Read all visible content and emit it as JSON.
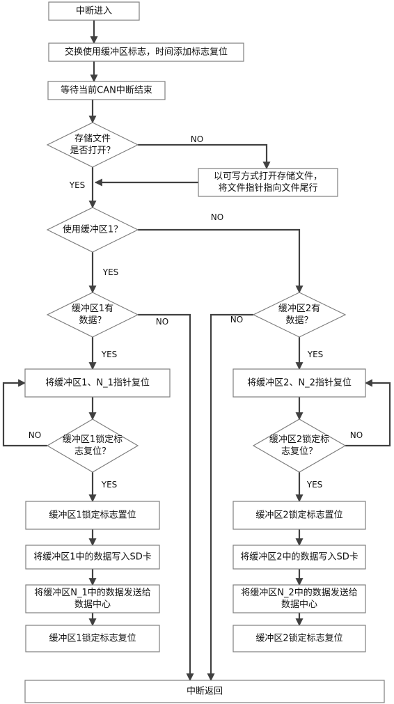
{
  "nodes": {
    "start": [
      "中断进入"
    ],
    "swap": [
      "交换使用缓冲区标志，时间添加标志复位"
    ],
    "wait": [
      "等待当前CAN中断结束"
    ],
    "file_open_q": [
      "存储文件",
      "是否打开？"
    ],
    "open_file": [
      "以可写方式打开存储文件，",
      "将文件指针指向文件尾行"
    ],
    "use_buf1_q": [
      "使用缓冲区1？"
    ],
    "buf1_has_data_q": [
      "缓冲区1有",
      "数据？"
    ],
    "buf2_has_data_q": [
      "缓冲区2有",
      "数据？"
    ],
    "reset_ptr1": [
      "将缓冲区1、N_1指针复位"
    ],
    "reset_ptr2": [
      "将缓冲区2、N_2指针复位"
    ],
    "lock1_reset_q": [
      "缓冲区1锁定标",
      "志复位？"
    ],
    "lock2_reset_q": [
      "缓冲区2锁定标",
      "志复位？"
    ],
    "lock1_set": [
      "缓冲区1锁定标志置位"
    ],
    "lock2_set": [
      "缓冲区2锁定标志置位"
    ],
    "write_sd1": [
      "将缓冲区1中的数据写入SD卡"
    ],
    "write_sd2": [
      "将缓冲区2中的数据写入SD卡"
    ],
    "send1": [
      "将缓冲区N_1中的数据发送给",
      "数据中心"
    ],
    "send2": [
      "将缓冲区N_2中的数据发送给",
      "数据中心"
    ],
    "lock1_reset": [
      "缓冲区1锁定标志复位"
    ],
    "lock2_reset": [
      "缓冲区2锁定标志复位"
    ],
    "end": [
      "中断返回"
    ]
  },
  "edge_labels": {
    "file_no": "NO",
    "file_yes": "YES",
    "buf_no": "NO",
    "buf_yes": "YES",
    "b1data_yes": "YES",
    "b1data_no": "NO",
    "b2data_no": "NO",
    "b2data_yes": "YES",
    "lock1_no": "NO",
    "lock1_yes": "YES",
    "lock2_no": "NO",
    "lock2_yes": "YES"
  }
}
